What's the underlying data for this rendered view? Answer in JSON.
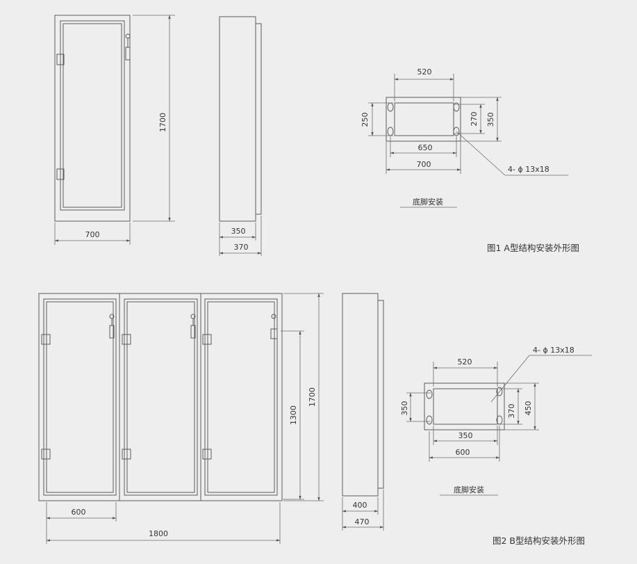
{
  "colors": {
    "background": "#eeeeee",
    "line": "#5a5a5a",
    "text": "#333333"
  },
  "figure_a": {
    "caption": "图1 A型结构安装外形图",
    "front_width": "700",
    "front_height": "1700",
    "side_depth_inner": "350",
    "side_depth_outer": "370",
    "base": {
      "title": "底脚安装",
      "w_520": "520",
      "w_650": "650",
      "w_700": "700",
      "h_250": "250",
      "h_270": "270",
      "h_350": "350",
      "holes": "4- ϕ 13x18"
    }
  },
  "figure_b": {
    "caption": "图2 B型结构安装外形图",
    "cabinet_width": "600",
    "total_width": "1800",
    "height_1300": "1300",
    "height_1700": "1700",
    "side_depth_inner": "400",
    "side_depth_outer": "470",
    "base": {
      "title": "底脚安装",
      "w_520": "520",
      "w_350": "350",
      "w_600": "600",
      "h_350": "350",
      "h_370": "370",
      "h_450": "450",
      "holes": "4- ϕ 13x18"
    }
  }
}
